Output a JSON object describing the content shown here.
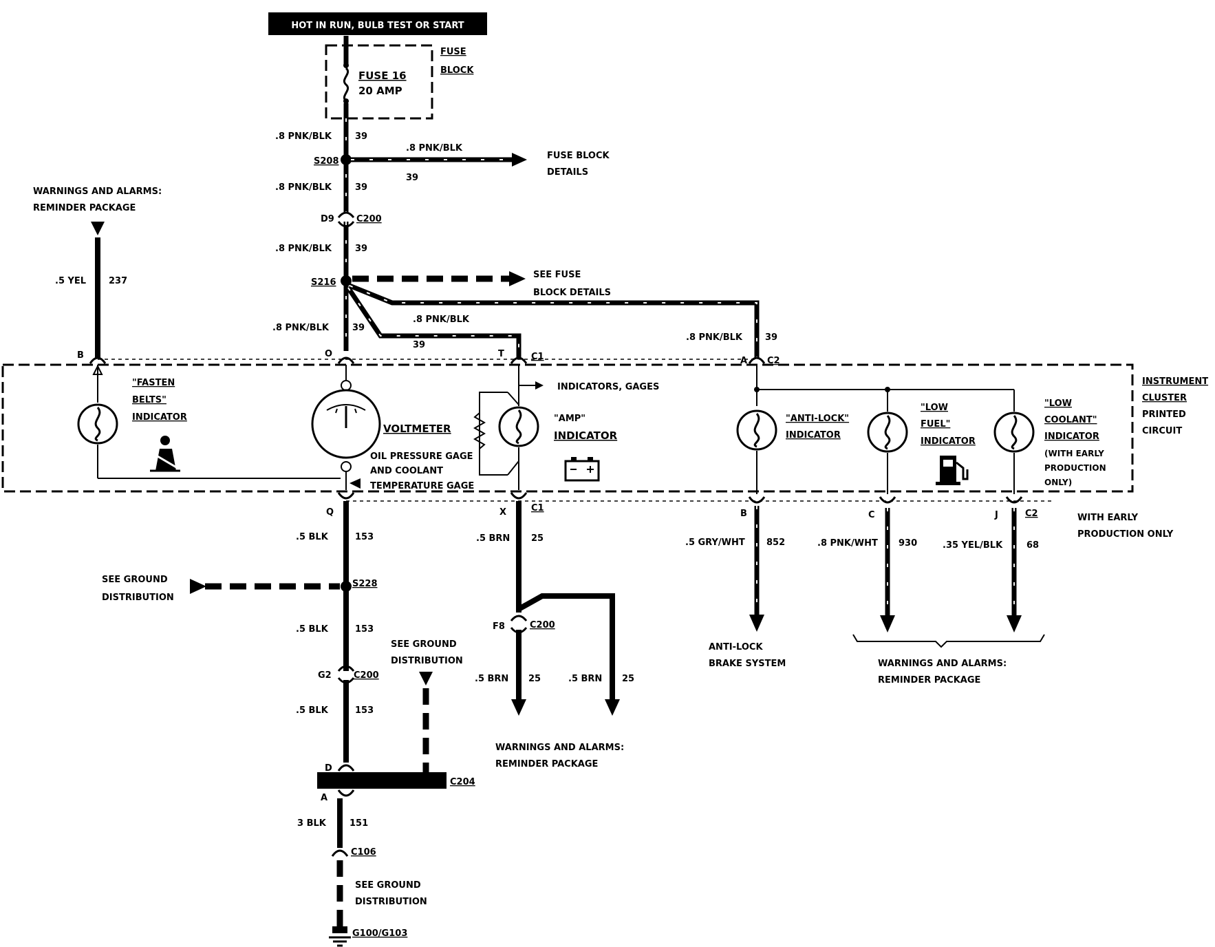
{
  "header": {
    "power_label": "HOT IN RUN, BULB TEST OR START"
  },
  "fuse": {
    "block_label_1": "FUSE",
    "block_label_2": "BLOCK",
    "name": "FUSE 16",
    "rating": "20 AMP"
  },
  "wires": {
    "pnk_blk_08": ".8 PNK/BLK",
    "circuit_39": "39",
    "yel_05": ".5 YEL",
    "circuit_237": "237",
    "blk_05": ".5 BLK",
    "circuit_153": "153",
    "brn_05": ".5 BRN",
    "circuit_25": "25",
    "gry_wht": ".5 GRY/WHT",
    "circuit_852": "852",
    "pnk_wht": ".8 PNK/WHT",
    "circuit_930": "930",
    "yel_blk": ".35 YEL/BLK",
    "circuit_68": "68",
    "blk_3": "3 BLK",
    "circuit_151": "151"
  },
  "splices": {
    "s208": "S208",
    "s216": "S216",
    "s228": "S228"
  },
  "connectors": {
    "c200": "C200",
    "c1": "C1",
    "c2": "C2",
    "c204": "C204",
    "c106": "C106",
    "pin_d9": "D9",
    "pin_b": "B",
    "pin_o": "O",
    "pin_t": "T",
    "pin_a": "A",
    "pin_q": "Q",
    "pin_x": "X",
    "pin_c": "C",
    "pin_j": "J",
    "pin_f8": "F8",
    "pin_g2": "G2",
    "pin_d": "D"
  },
  "references": {
    "fuse_block_details_1": "FUSE BLOCK",
    "fuse_block_details_2": "DETAILS",
    "see_fuse_1": "SEE FUSE",
    "see_fuse_2": "BLOCK DETAILS",
    "warnings_1": "WARNINGS AND ALARMS:",
    "warnings_2": "REMINDER PACKAGE",
    "ground_1": "SEE GROUND",
    "ground_2": "DISTRIBUTION",
    "antilock_1": "ANTI-LOCK",
    "antilock_2": "BRAKE SYSTEM",
    "indicators_gages": "INDICATORS, GAGES",
    "early_prod_1": "WITH EARLY",
    "early_prod_2": "PRODUCTION ONLY",
    "ground_pt": "G100/G103"
  },
  "cluster": {
    "label_1": "INSTRUMENT",
    "label_2": "CLUSTER",
    "label_3": "PRINTED",
    "label_4": "CIRCUIT"
  },
  "indicators": {
    "fasten_1": "\"FASTEN",
    "fasten_2": "BELTS\"",
    "fasten_3": "INDICATOR",
    "voltmeter": "VOLTMETER",
    "oil_1": "OIL PRESSURE GAGE",
    "oil_2": "AND COOLANT",
    "oil_3": "TEMPERATURE GAGE",
    "amp_1": "\"AMP\"",
    "amp_2": "INDICATOR",
    "antilock_1": "\"ANTI-LOCK\"",
    "antilock_2": "INDICATOR",
    "fuel_1": "\"LOW",
    "fuel_2": "FUEL\"",
    "fuel_3": "INDICATOR",
    "coolant_1": "\"LOW",
    "coolant_2": "COOLANT\"",
    "coolant_3": "INDICATOR",
    "coolant_4": "(WITH EARLY",
    "coolant_5": "PRODUCTION",
    "coolant_6": "ONLY)"
  }
}
